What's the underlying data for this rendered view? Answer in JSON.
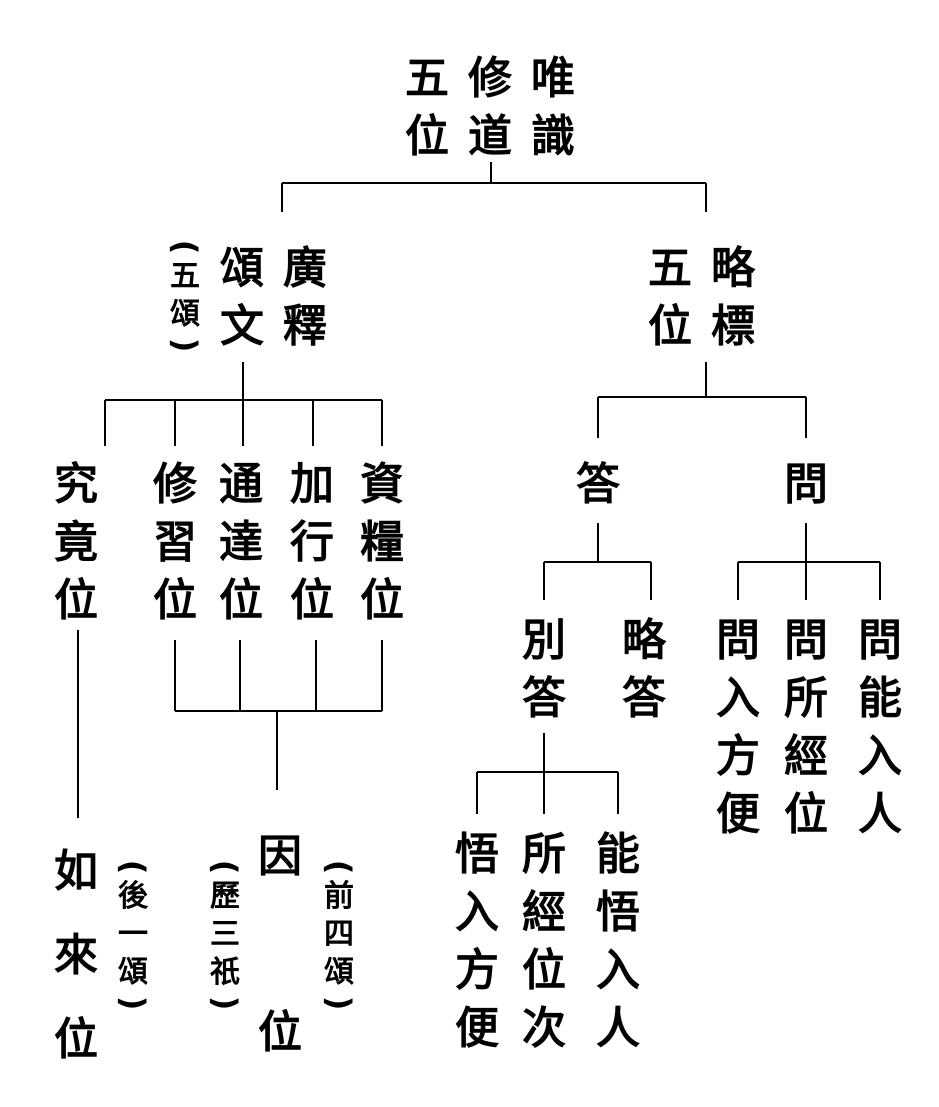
{
  "nodes": {
    "root_c1": "唯識",
    "root_c2": "修道",
    "root_c3": "五位",
    "guangshi_c1": "廣釋",
    "guangshi_c2": "頌文",
    "guangshi_note": "五頌",
    "luebiao_c1": "略標",
    "luebiao_c2": "五位",
    "ziliang": "資糧位",
    "jiaxing": "加行位",
    "tongda": "通達位",
    "xiuxi": "修習位",
    "jiujing": "究竟位",
    "da": "答",
    "wen": "問",
    "lueda": "略答",
    "bieda": "別答",
    "wen_neng": "問能入人",
    "wen_suo": "問所經位",
    "wen_ru": "問入方便",
    "neng_wu": "能悟入人",
    "suo_jing": "所經位次",
    "wu_ru": "悟入方便",
    "yin": "因",
    "yin_wei": "位",
    "yin_note_left": "歷三祇",
    "yin_note_right": "前四頌",
    "rulai": "如來位",
    "rulai_note": "後一頌"
  }
}
